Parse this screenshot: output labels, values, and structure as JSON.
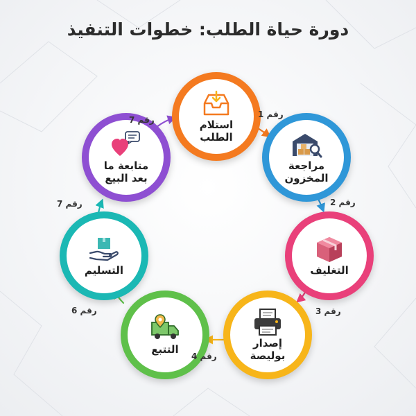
{
  "title": "دورة حياة الطلب: خطوات التنفيذ",
  "steps": [
    {
      "label": "استلام\nالطلب",
      "icon": "inbox-tray-icon",
      "color": "#f47a20"
    },
    {
      "label": "مراجعة\nالمخزون",
      "icon": "warehouse-search-icon",
      "color": "#2f97d8"
    },
    {
      "label": "التغليف",
      "icon": "package-box-icon",
      "color": "#e9407a"
    },
    {
      "label": "إصدار\nبوليصة",
      "icon": "printer-icon",
      "color": "#f7b51a"
    },
    {
      "label": "التتبع",
      "icon": "delivery-truck-icon",
      "color": "#5fc04a"
    },
    {
      "label": "التسليم",
      "icon": "hand-box-icon",
      "color": "#1bb8b4"
    },
    {
      "label": "متابعة ما\nبعد البيع",
      "icon": "heart-chat-icon",
      "color": "#8e4fd2"
    }
  ],
  "transitions": [
    {
      "label": "رقم 1"
    },
    {
      "label": "رقم 2"
    },
    {
      "label": "رقم 3"
    },
    {
      "label": "رقم 4"
    },
    {
      "label": "رقم 6"
    },
    {
      "label": "رقم 7"
    },
    {
      "label": "رقم 7"
    }
  ]
}
